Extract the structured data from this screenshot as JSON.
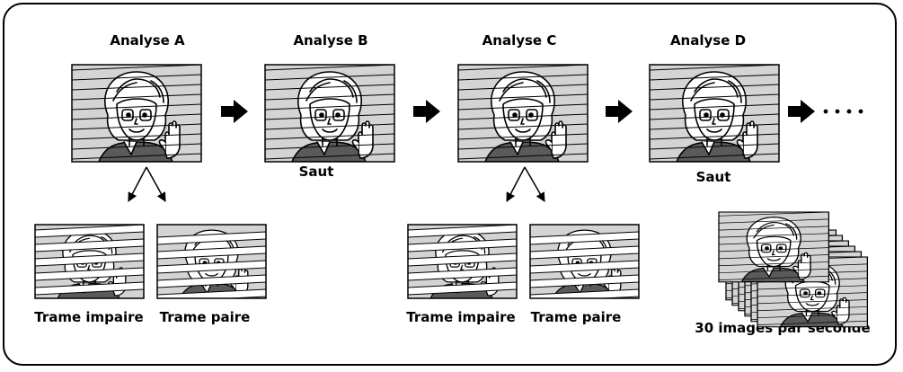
{
  "analyses": [
    {
      "label": "Analyse A",
      "sub": ""
    },
    {
      "label": "Analyse B",
      "sub": "Saut"
    },
    {
      "label": "Analyse C",
      "sub": ""
    },
    {
      "label": "Analyse D",
      "sub": "Saut"
    }
  ],
  "fields": {
    "odd": "Trame impaire",
    "even": "Trame paire"
  },
  "stack_caption": "30 images par seconde",
  "colors": {
    "screen": "#d4d4d4",
    "ink": "#000000"
  }
}
